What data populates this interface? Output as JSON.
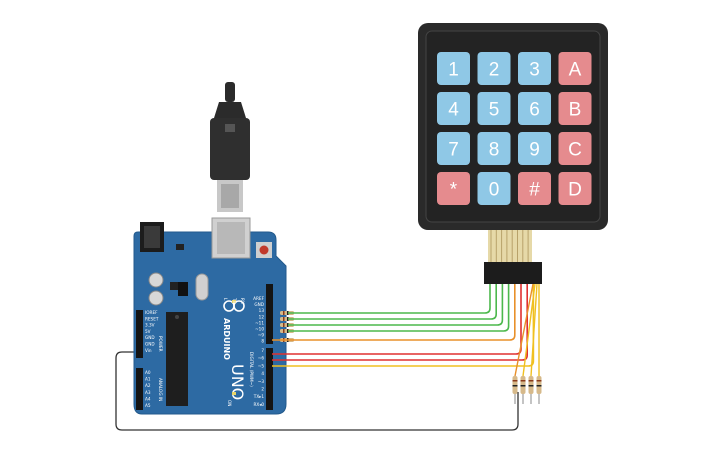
{
  "keypad": {
    "keys": [
      {
        "label": "1",
        "type": "digit"
      },
      {
        "label": "2",
        "type": "digit"
      },
      {
        "label": "3",
        "type": "digit"
      },
      {
        "label": "A",
        "type": "letter"
      },
      {
        "label": "4",
        "type": "digit"
      },
      {
        "label": "5",
        "type": "digit"
      },
      {
        "label": "6",
        "type": "digit"
      },
      {
        "label": "B",
        "type": "letter"
      },
      {
        "label": "7",
        "type": "digit"
      },
      {
        "label": "8",
        "type": "digit"
      },
      {
        "label": "9",
        "type": "digit"
      },
      {
        "label": "C",
        "type": "letter"
      },
      {
        "label": "*",
        "type": "letter"
      },
      {
        "label": "0",
        "type": "digit"
      },
      {
        "label": "#",
        "type": "letter"
      },
      {
        "label": "D",
        "type": "letter"
      }
    ],
    "colors": {
      "digit": "#8fc8e6",
      "letter": "#e58b8e",
      "body": "#2a2a2a"
    }
  },
  "arduino": {
    "brand": "ARDUINO",
    "model": "UNO",
    "power_pins": [
      "IOREF",
      "RESET",
      "3.3V",
      "5V",
      "GND",
      "GND",
      "Vin"
    ],
    "power_label": "POWER",
    "analog_pins": [
      "A0",
      "A1",
      "A2",
      "A3",
      "A4",
      "A5"
    ],
    "analog_label": "ANALOG IN",
    "top_pins": [
      "AREF",
      "GND",
      "13",
      "12",
      "~11",
      "~10",
      "~9",
      "8"
    ],
    "bottom_pins": [
      "7",
      "~6",
      "~5",
      "4",
      "~3",
      "2",
      "TX▸1",
      "RX◂0"
    ],
    "digital_label": "DIGITAL (PWM~)",
    "led_labels": [
      "L",
      "TX",
      "RX"
    ],
    "on_label": "ON",
    "color": "#2d6aa3"
  },
  "wires": {
    "colors": {
      "green": "#4cb84c",
      "orange": "#e8902a",
      "red": "#e03030",
      "yellow": "#f0c020",
      "black": "#333333"
    }
  }
}
